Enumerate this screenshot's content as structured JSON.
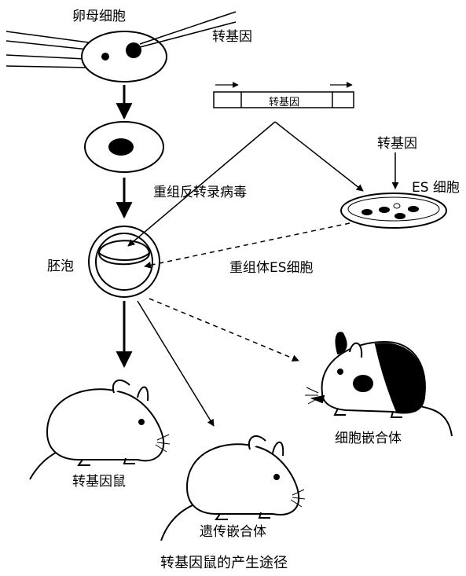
{
  "labels": {
    "oocyte": "卵母细胞",
    "transgene_top": "转基因",
    "vector_insert": "转基因",
    "retrovirus": "重组反转录病毒",
    "transgene_es": "转基因",
    "es_cell": "ES 细胞",
    "blastocyst": "胚泡",
    "recombinant_es": "重组体ES细胞",
    "transgenic_mouse": "转基因鼠",
    "germline_chimera": "遗传嵌合体",
    "cell_chimera": "细胞嵌合体"
  },
  "caption": "转基因鼠的产生途径",
  "colors": {
    "ink": "#000000",
    "paper": "#ffffff"
  }
}
